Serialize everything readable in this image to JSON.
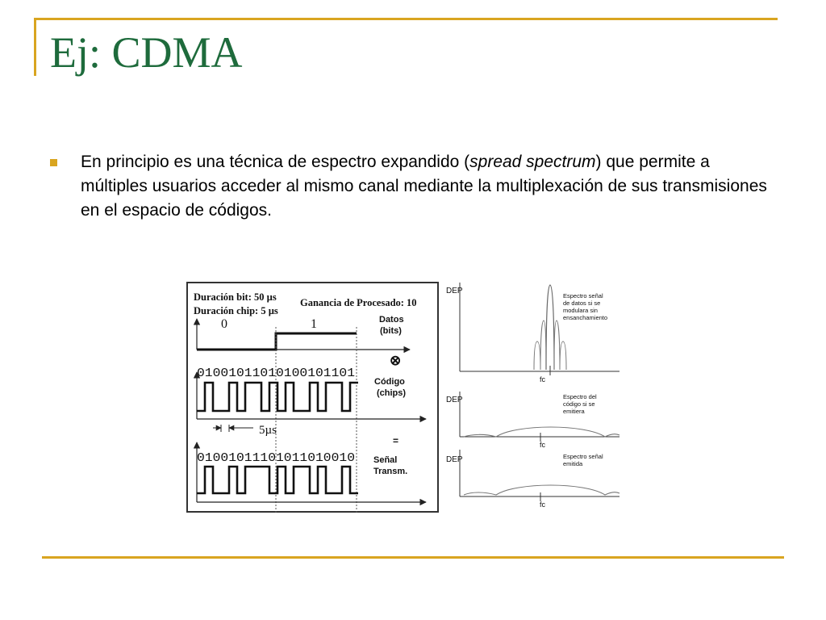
{
  "slide": {
    "title": "Ej: CDMA",
    "bullet": {
      "text_before": "En principio es una técnica de espectro expandido (",
      "text_italic": "spread spectrum",
      "text_after": ")  que permite a múltiples usuarios acceder al mismo canal mediante la multiplexación de sus transmisiones en el espacio de códigos."
    }
  },
  "colors": {
    "title": "#1e6b3c",
    "accent": "#d9a520"
  },
  "figure": {
    "left": {
      "bit_duration": "Duración bit: 50 µs",
      "chip_duration": "Duración chip: 5 µs",
      "processing_gain": "Ganancia de Procesado: 10",
      "bit_zero": "0",
      "bit_one": "1",
      "data_label_1": "Datos",
      "data_label_2": "(bits)",
      "xor_symbol": "⊗",
      "code_bits": "01001011010100101101",
      "code_label_1": "Código",
      "code_label_2": "(chips)",
      "chip_time": "5µs",
      "equals": "=",
      "tx_bits": "01001011101011010010",
      "tx_label_1": "Señal",
      "tx_label_2": "Transm."
    },
    "right": {
      "dep": "DEP",
      "fc": "fc",
      "note_1": [
        "Espectro señal",
        "de datos si se",
        "modulara sin",
        "ensanchamiento"
      ],
      "note_2": [
        "Espectro del",
        "código si se",
        "emitiera"
      ],
      "note_3": [
        "Espectro señal",
        "emitida"
      ]
    }
  }
}
